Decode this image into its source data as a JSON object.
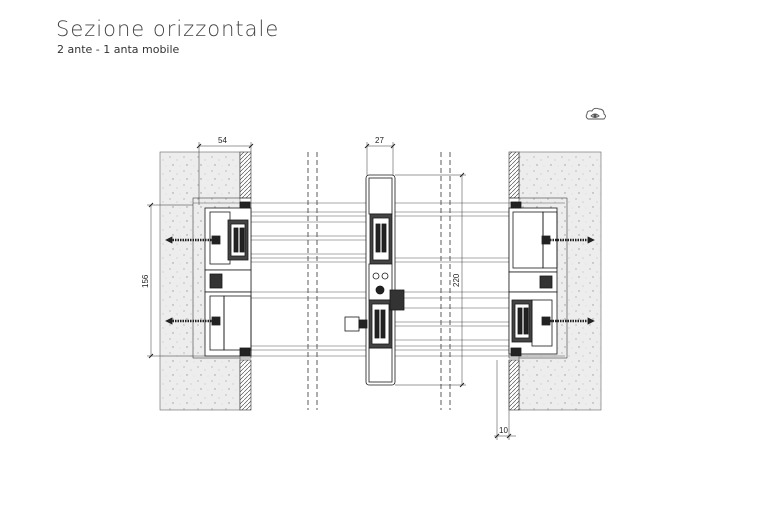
{
  "header": {
    "title": "Sezione orizzontale",
    "subtitle": "2 ante - 1 anta mobile"
  },
  "icons": {
    "view_icon": "eye-cloud-icon"
  },
  "dimensions": {
    "top_left": "54",
    "top_center": "27",
    "left_height": "156",
    "center_height": "220",
    "bottom_right": "10"
  },
  "colors": {
    "line": "#1a1a1a",
    "wall_fill": "#ececec",
    "frame_fill": "#dcdcdc",
    "dark": "#222222"
  }
}
